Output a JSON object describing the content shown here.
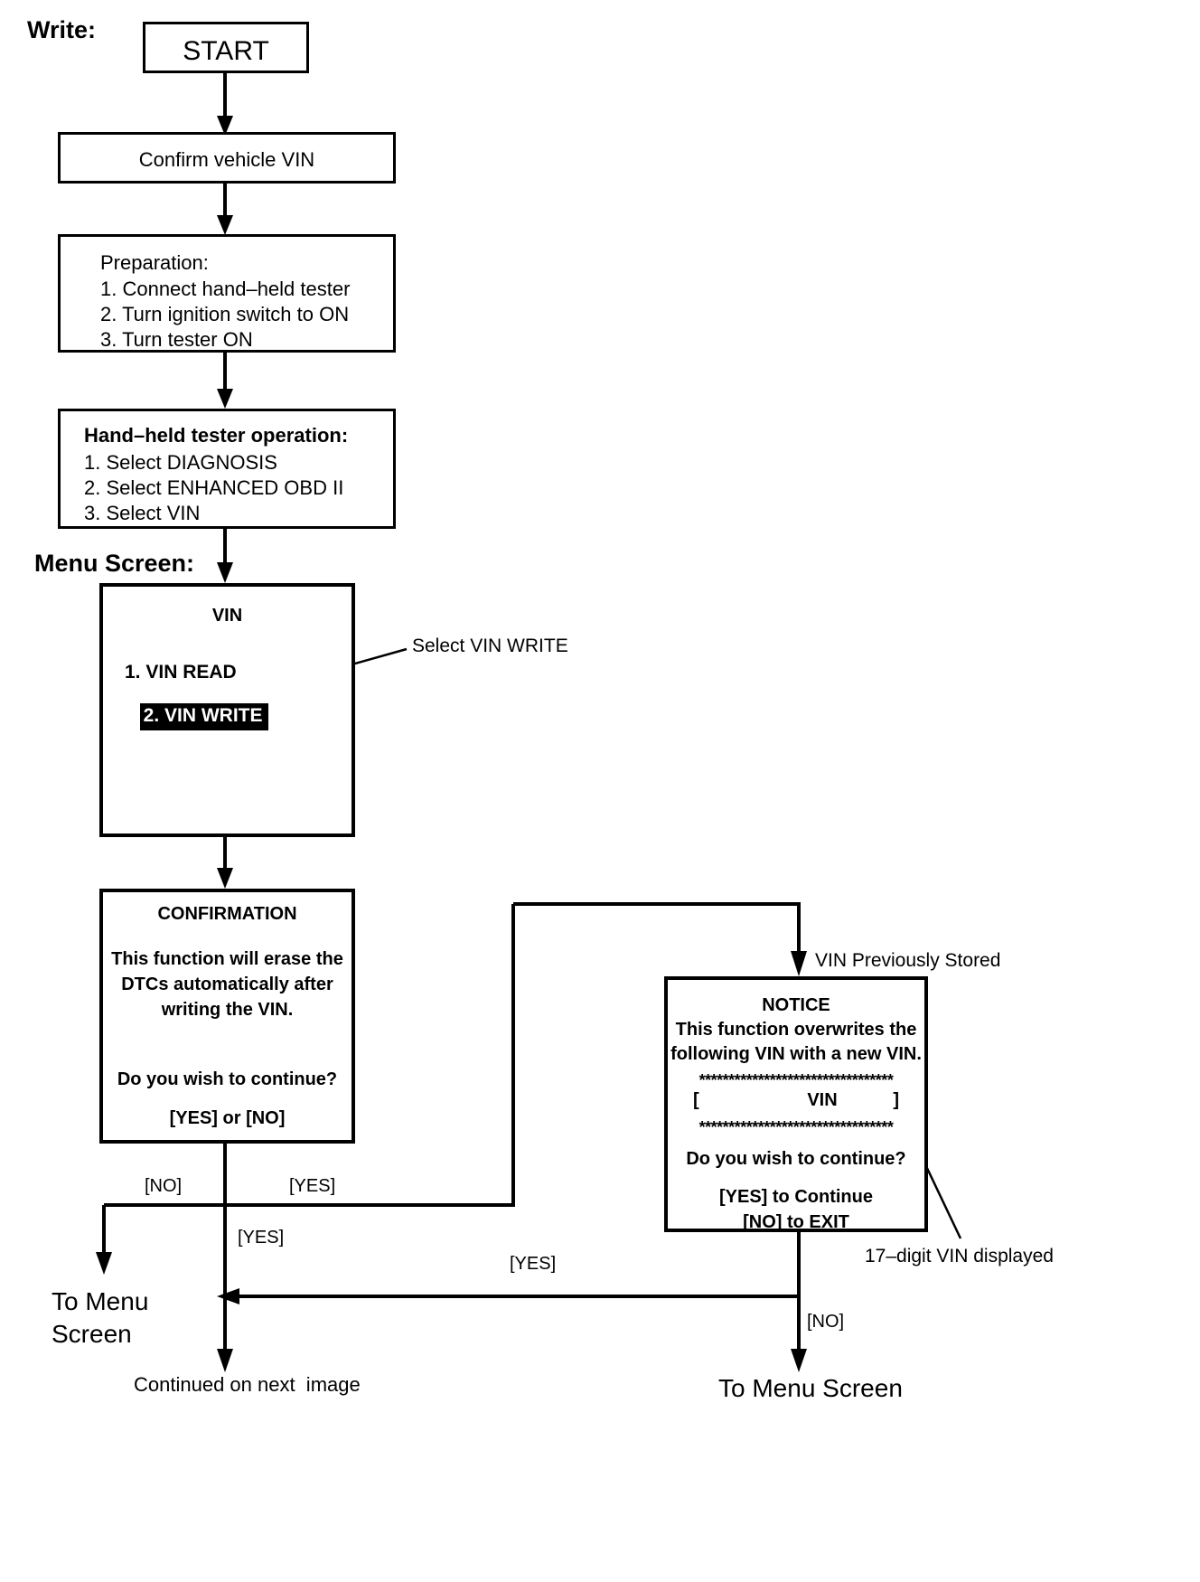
{
  "diagram": {
    "title_write": "Write:",
    "menu_screen_label": "Menu Screen:"
  },
  "nodes": {
    "start": {
      "label": "START"
    },
    "confirm_vin": {
      "label": "Confirm vehicle VIN"
    },
    "preparation": {
      "heading": "Preparation:",
      "steps": [
        "1. Connect hand–held tester",
        "2. Turn ignition switch to ON",
        "3. Turn tester ON"
      ]
    },
    "tester_operation": {
      "heading": "Hand–held tester operation:",
      "steps": [
        "1. Select DIAGNOSIS",
        "2. Select ENHANCED OBD II",
        "3. Select VIN"
      ]
    },
    "vin_menu": {
      "title": "VIN",
      "items": [
        {
          "label": "1. VIN READ",
          "selected": false
        },
        {
          "label": "2. VIN WRITE",
          "selected": true
        }
      ]
    },
    "confirmation": {
      "title": "CONFIRMATION",
      "body": [
        "This function will erase the",
        "DTCs automatically after",
        "writing the VIN."
      ],
      "question": "Do you wish to continue?",
      "choices": "[YES] or [NO]"
    },
    "notice": {
      "title": "NOTICE",
      "body": [
        "This function overwrites the",
        "following VIN with a new VIN."
      ],
      "stars": "*********************************",
      "vin_open_bracket": "[",
      "vin_word": "VIN",
      "vin_close_bracket": "]",
      "question": "Do you wish to continue?",
      "choice_yes": "[YES] to Continue",
      "choice_no": "[NO] to EXIT"
    }
  },
  "annotations": {
    "select_vin_write": "Select VIN WRITE",
    "vin_previously_stored": "VIN Previously Stored",
    "seventeen_digit": "17–digit VIN displayed"
  },
  "edge_labels": {
    "no_left": "[NO]",
    "yes_right": "[YES]",
    "yes_down": "[YES]",
    "yes_return": "[YES]",
    "no_notice": "[NO]"
  },
  "terminals": {
    "to_menu_screen_left_line1": "To Menu",
    "to_menu_screen_left_line2": "Screen",
    "continued": "Continued on next  image",
    "to_menu_screen_right": "To Menu Screen"
  },
  "colors": {
    "ink": "#000000",
    "paper": "#ffffff",
    "highlight_bg": "#000000",
    "highlight_fg": "#ffffff"
  }
}
